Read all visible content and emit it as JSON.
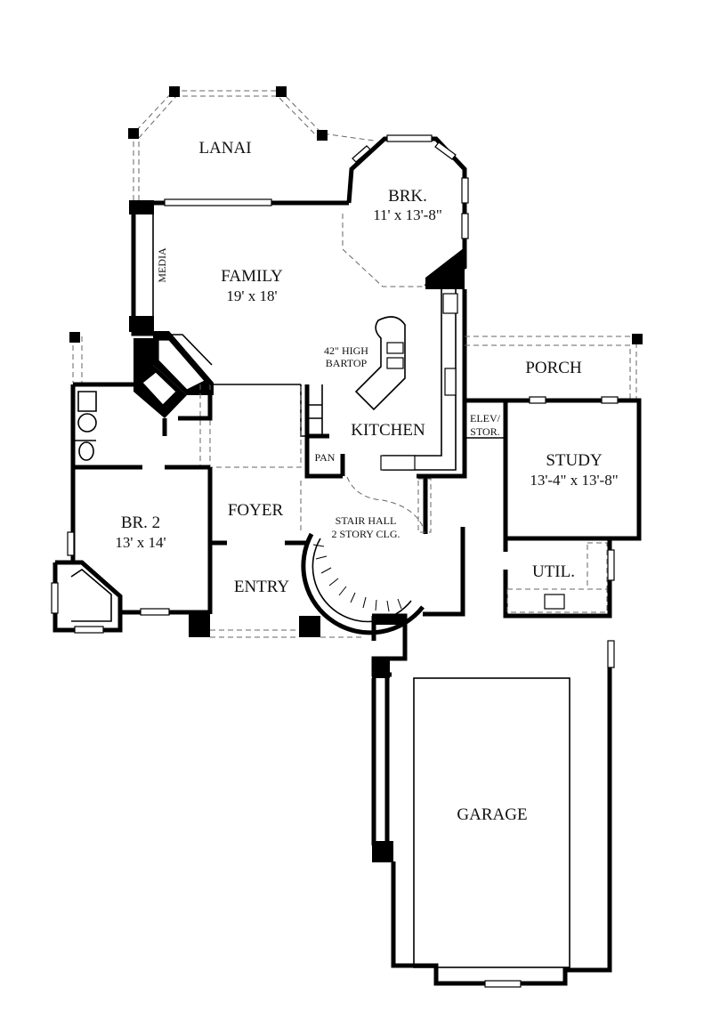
{
  "rooms": {
    "lanai": {
      "name": "LANAI"
    },
    "brk": {
      "name": "BRK.",
      "size": "11' x 13'-8\""
    },
    "family": {
      "name": "FAMILY",
      "size": "19' x 18'"
    },
    "media": {
      "name": "MEDIA"
    },
    "bartop": {
      "line1": "42\" HIGH",
      "line2": "BARTOP"
    },
    "kitchen": {
      "name": "KITCHEN"
    },
    "pan": {
      "name": "PAN"
    },
    "elev": {
      "line1": "ELEV/",
      "line2": "STOR."
    },
    "porch": {
      "name": "PORCH"
    },
    "study": {
      "name": "STUDY",
      "size": "13'-4\" x 13'-8\""
    },
    "foyer": {
      "name": "FOYER"
    },
    "stair": {
      "line1": "STAIR HALL",
      "line2": "2 STORY CLG."
    },
    "br2": {
      "name": "BR. 2",
      "size": "13' x 14'"
    },
    "entry": {
      "name": "ENTRY"
    },
    "util": {
      "name": "UTIL."
    },
    "garage": {
      "name": "GARAGE"
    }
  }
}
